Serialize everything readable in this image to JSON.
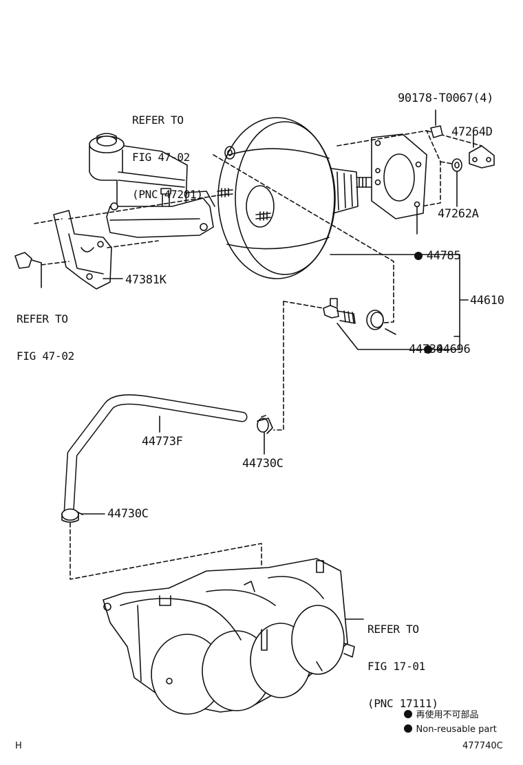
{
  "refs": {
    "master_cylinder": [
      "REFER TO",
      "FIG 47-02",
      "(PNC 47201)"
    ],
    "bracket": [
      "REFER TO",
      "FIG 47-02"
    ],
    "manifold": [
      "REFER TO",
      "FIG 17-01",
      "(PNC 17111)"
    ]
  },
  "parts": {
    "p90178": "90178-T0067(4)",
    "p47264D": "47264D",
    "p47262A": "47262A",
    "p44785": "44785",
    "p47381K": "47381K",
    "p44610": "44610",
    "p44696": "44696",
    "p44730": "44730",
    "p44773F": "44773F",
    "p44730C_a": "44730C",
    "p44730C_b": "44730C"
  },
  "legend": {
    "jp": "再使用不可部品",
    "en": "Non-reusable part"
  },
  "corner": {
    "left": "H",
    "right": "477740C"
  },
  "colors": {
    "line": "#111111",
    "background": "#ffffff"
  }
}
